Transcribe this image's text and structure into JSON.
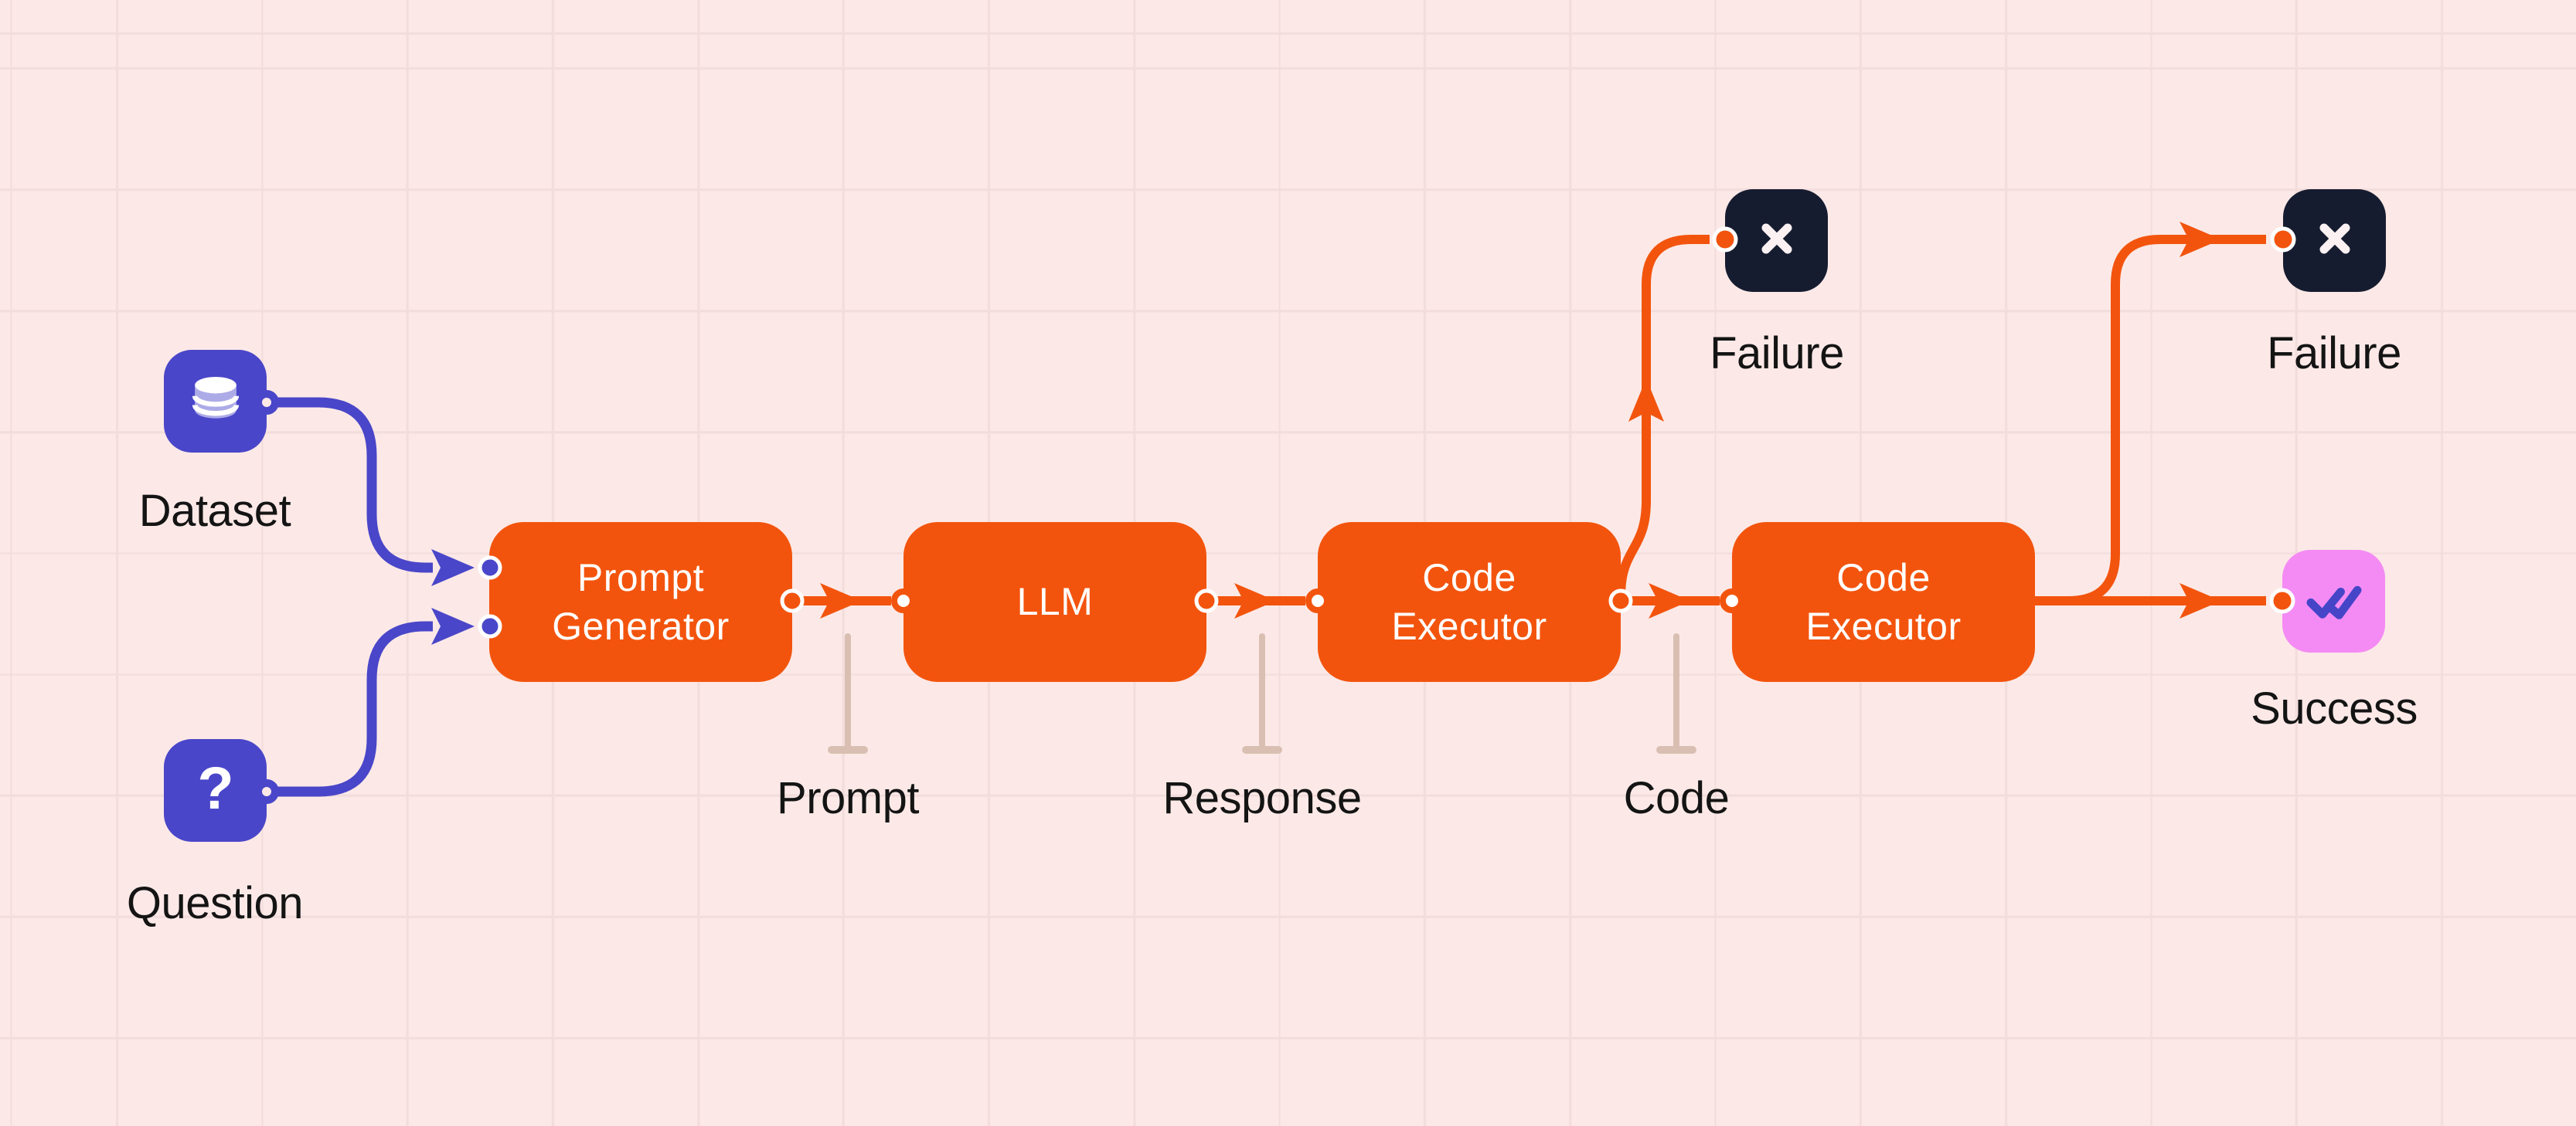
{
  "sources": [
    {
      "id": "dataset",
      "label": "Dataset",
      "icon": "database-icon"
    },
    {
      "id": "question",
      "label": "Question",
      "icon": "question-icon",
      "glyph": "?"
    }
  ],
  "nodes": [
    {
      "id": "prompt-generator",
      "label": "Prompt\nGenerator"
    },
    {
      "id": "llm",
      "label": "LLM"
    },
    {
      "id": "code-executor-1",
      "label": "Code\nExecutor"
    },
    {
      "id": "code-executor-2",
      "label": "Code\nExecutor"
    }
  ],
  "edge_labels": [
    {
      "id": "prompt",
      "label": "Prompt"
    },
    {
      "id": "response",
      "label": "Response"
    },
    {
      "id": "code",
      "label": "Code"
    }
  ],
  "outcomes": [
    {
      "id": "failure-1",
      "label": "Failure",
      "icon": "x-icon"
    },
    {
      "id": "failure-2",
      "label": "Failure",
      "icon": "x-icon"
    },
    {
      "id": "success",
      "label": "Success",
      "icon": "double-check-icon"
    }
  ],
  "colors": {
    "background": "#FCE9E7",
    "grid": "#F2DDDC",
    "orange": "#F3540D",
    "indigo": "#4A46C9",
    "navy": "#161C30",
    "pink": "#F48BF4",
    "pin": "#D9BFB2",
    "label_text": "#141414",
    "white": "#FFFFFF"
  }
}
